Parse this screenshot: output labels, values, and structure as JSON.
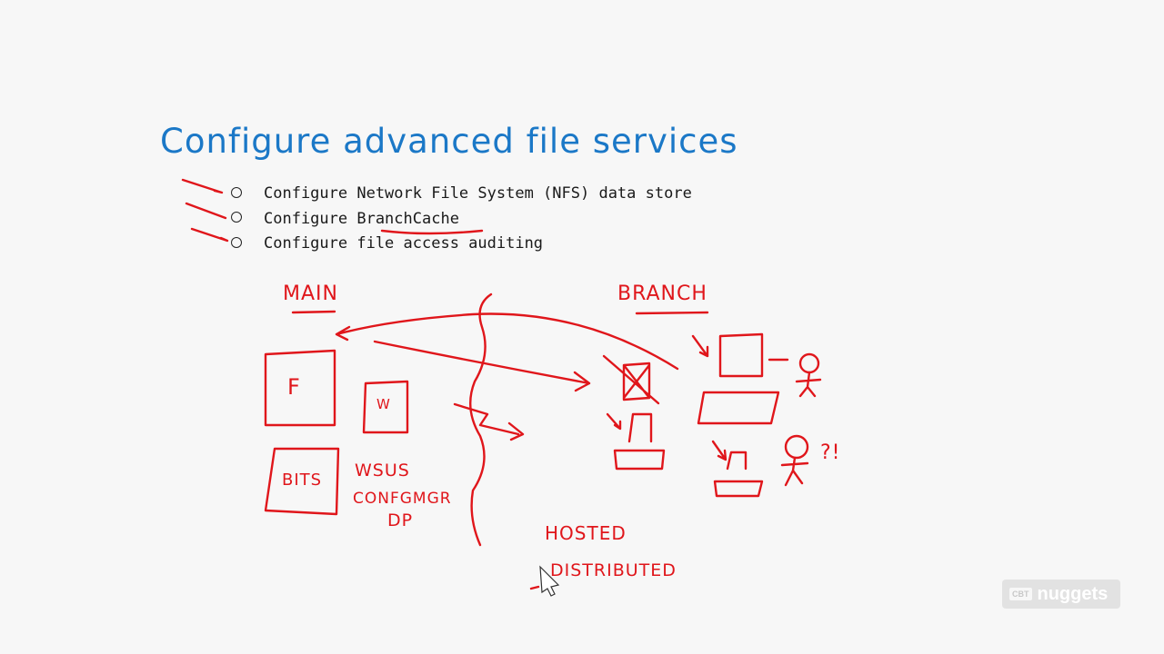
{
  "slide": {
    "title": "Configure advanced file services",
    "bullets": [
      "Configure Network File System (NFS) data store",
      "Configure BranchCache",
      "Configure file access auditing"
    ]
  },
  "diagram": {
    "main_label": "MAIN",
    "branch_label": "BRANCH",
    "server_f": "F",
    "server_w": "W",
    "bits": "BITS",
    "wsus": "WSUS",
    "configmgr": "CONFGMGR",
    "dp": "DP",
    "hosted": "HOSTED",
    "distributed": "DISTRIBUTED",
    "exclaim": "?!"
  },
  "logo": {
    "cbt": "CBT",
    "brand": "nuggets"
  },
  "colors": {
    "title": "#1b78c7",
    "ink": "#e0161b",
    "background": "#f7f7f7"
  }
}
